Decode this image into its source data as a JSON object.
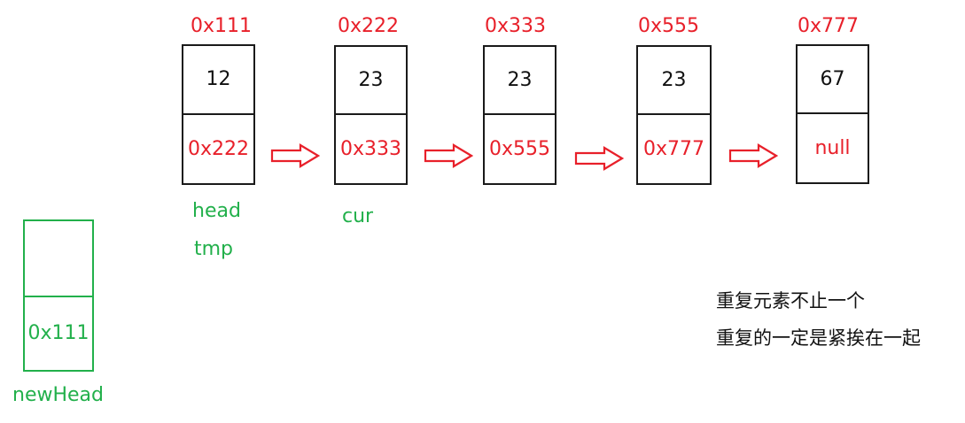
{
  "nodes": [
    {
      "address": "0x111",
      "value": "12",
      "next": "0x222"
    },
    {
      "address": "0x222",
      "value": "23",
      "next": "0x333"
    },
    {
      "address": "0x333",
      "value": "23",
      "next": "0x555"
    },
    {
      "address": "0x555",
      "value": "23",
      "next": "0x777"
    },
    {
      "address": "0x777",
      "value": "67",
      "next": "null"
    }
  ],
  "pointers": {
    "head": "head",
    "tmp": "tmp",
    "cur": "cur"
  },
  "new_head": {
    "next": "0x111",
    "label": "newHead"
  },
  "notes": [
    "重复元素不止一个",
    "重复的一定是紧挨在一起"
  ],
  "colors": {
    "address": "#e8202a",
    "pointer": "#22b04b",
    "border": "#1a1a1a"
  }
}
